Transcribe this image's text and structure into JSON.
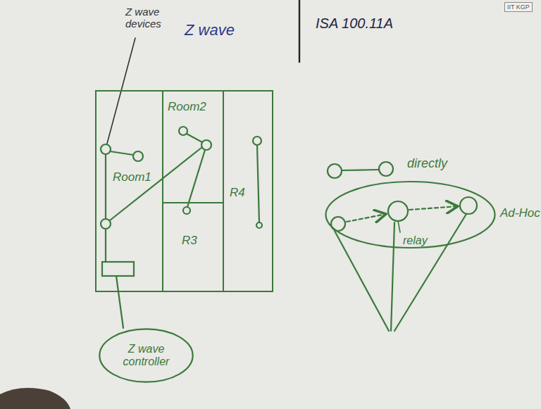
{
  "diagram": {
    "nodes": [
      {
        "text": [
          "Room1"
        ]
      },
      {
        "text": [
          "Room2"
        ]
      },
      {
        "text": [
          "R3"
        ]
      },
      {
        "text": [
          "R4"
        ]
      },
      {
        "text": [
          "Ad-Hoc"
        ]
      },
      {
        "text": [
          "Z wave controller"
        ]
      }
    ],
    "labels": [
      "Z wave devices",
      "Z wave",
      "ISA 100.11A",
      "IIT KGP",
      "directly",
      "relay"
    ]
  }
}
